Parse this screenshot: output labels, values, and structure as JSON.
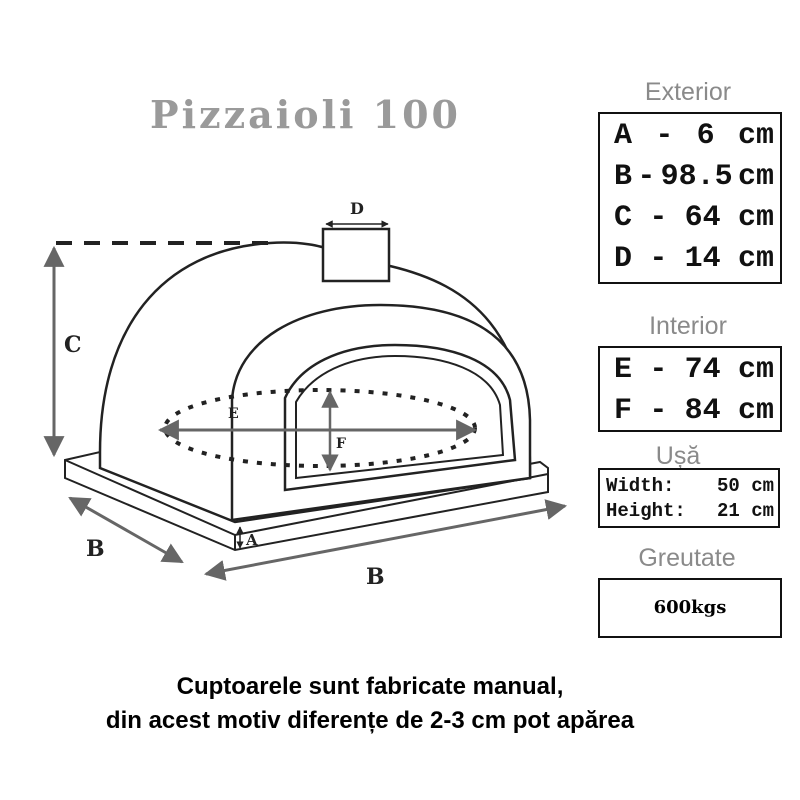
{
  "title": "Pizzaioli 100",
  "exterior": {
    "label": "Exterior",
    "rows": [
      {
        "key": "A",
        "sep": "-",
        "value": "6",
        "unit": "cm"
      },
      {
        "key": "B",
        "sep": "-",
        "value": "98.5",
        "unit": "cm"
      },
      {
        "key": "C",
        "sep": "-",
        "value": "64",
        "unit": "cm"
      },
      {
        "key": "D",
        "sep": "-",
        "value": "14",
        "unit": "cm"
      }
    ]
  },
  "interior": {
    "label": "Interior",
    "rows": [
      {
        "key": "E",
        "sep": "-",
        "value": "74",
        "unit": "cm"
      },
      {
        "key": "F",
        "sep": "-",
        "value": "84",
        "unit": "cm"
      }
    ]
  },
  "door": {
    "label": "Ușă",
    "rows": [
      {
        "key": "Width:",
        "value": "50 cm"
      },
      {
        "key": "Height:",
        "value": "21 cm"
      }
    ]
  },
  "weight": {
    "label": "Greutate",
    "value": "600kgs"
  },
  "diagram_labels": {
    "a": "A",
    "b_left": "B",
    "b_bottom": "B",
    "c": "C",
    "d": "D",
    "e": "E",
    "f": "F"
  },
  "note": {
    "line1": "Cuptoarele sunt fabricate manual,",
    "line2": "din acest motiv diferențe de 2-3 cm pot apărea"
  }
}
